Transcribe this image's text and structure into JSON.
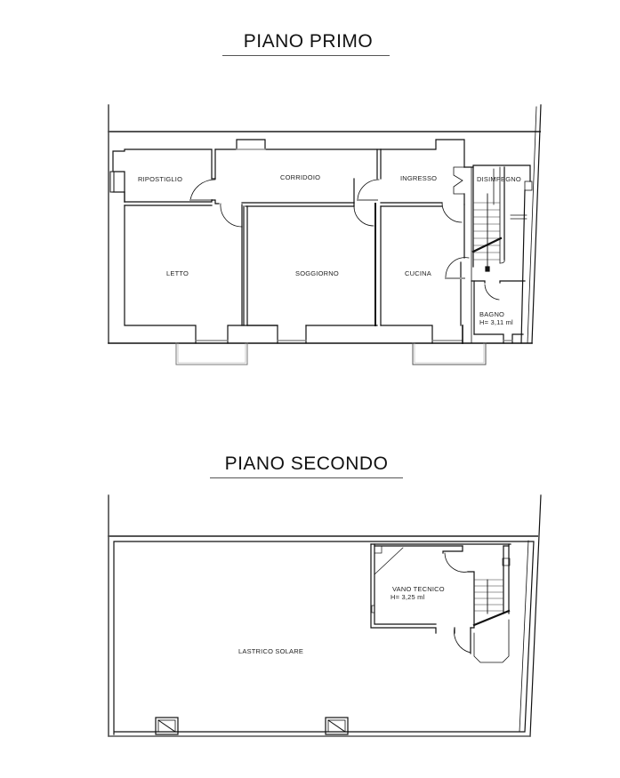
{
  "floors": [
    {
      "title": "PIANO PRIMO",
      "rooms": [
        {
          "name": "RIPOSTIGLIO"
        },
        {
          "name": "CORRIDOIO"
        },
        {
          "name": "INGRESSO"
        },
        {
          "name": "DISIMPEGNO"
        },
        {
          "name": "LETTO"
        },
        {
          "name": "SOGGIORNO"
        },
        {
          "name": "CUCINA"
        },
        {
          "name": "BAGNO",
          "height_note": "H= 3,11 ml"
        }
      ]
    },
    {
      "title": "PIANO SECONDO",
      "rooms": [
        {
          "name": "VANO TECNICO",
          "height_note": "H= 3,25 ml"
        },
        {
          "name": "LASTRICO SOLARE"
        }
      ]
    }
  ],
  "colors": {
    "wall": "#111111",
    "thin_line": "#777777",
    "background": "#ffffff"
  }
}
